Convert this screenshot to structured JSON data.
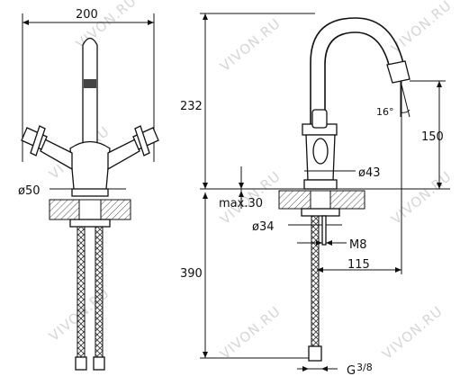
{
  "dimensions": {
    "total_width": "200",
    "total_height": "232",
    "base_diameter": "ø50",
    "spout_height": "150",
    "spout_angle": "16°",
    "body_diameter": "ø43",
    "max_thickness": "max.30",
    "shank_diameter": "ø34",
    "thread": "M8",
    "reach": "115",
    "hose_length": "390",
    "connection": "G",
    "connection_fraction": "3/8"
  },
  "watermark": "VIVON.RU"
}
